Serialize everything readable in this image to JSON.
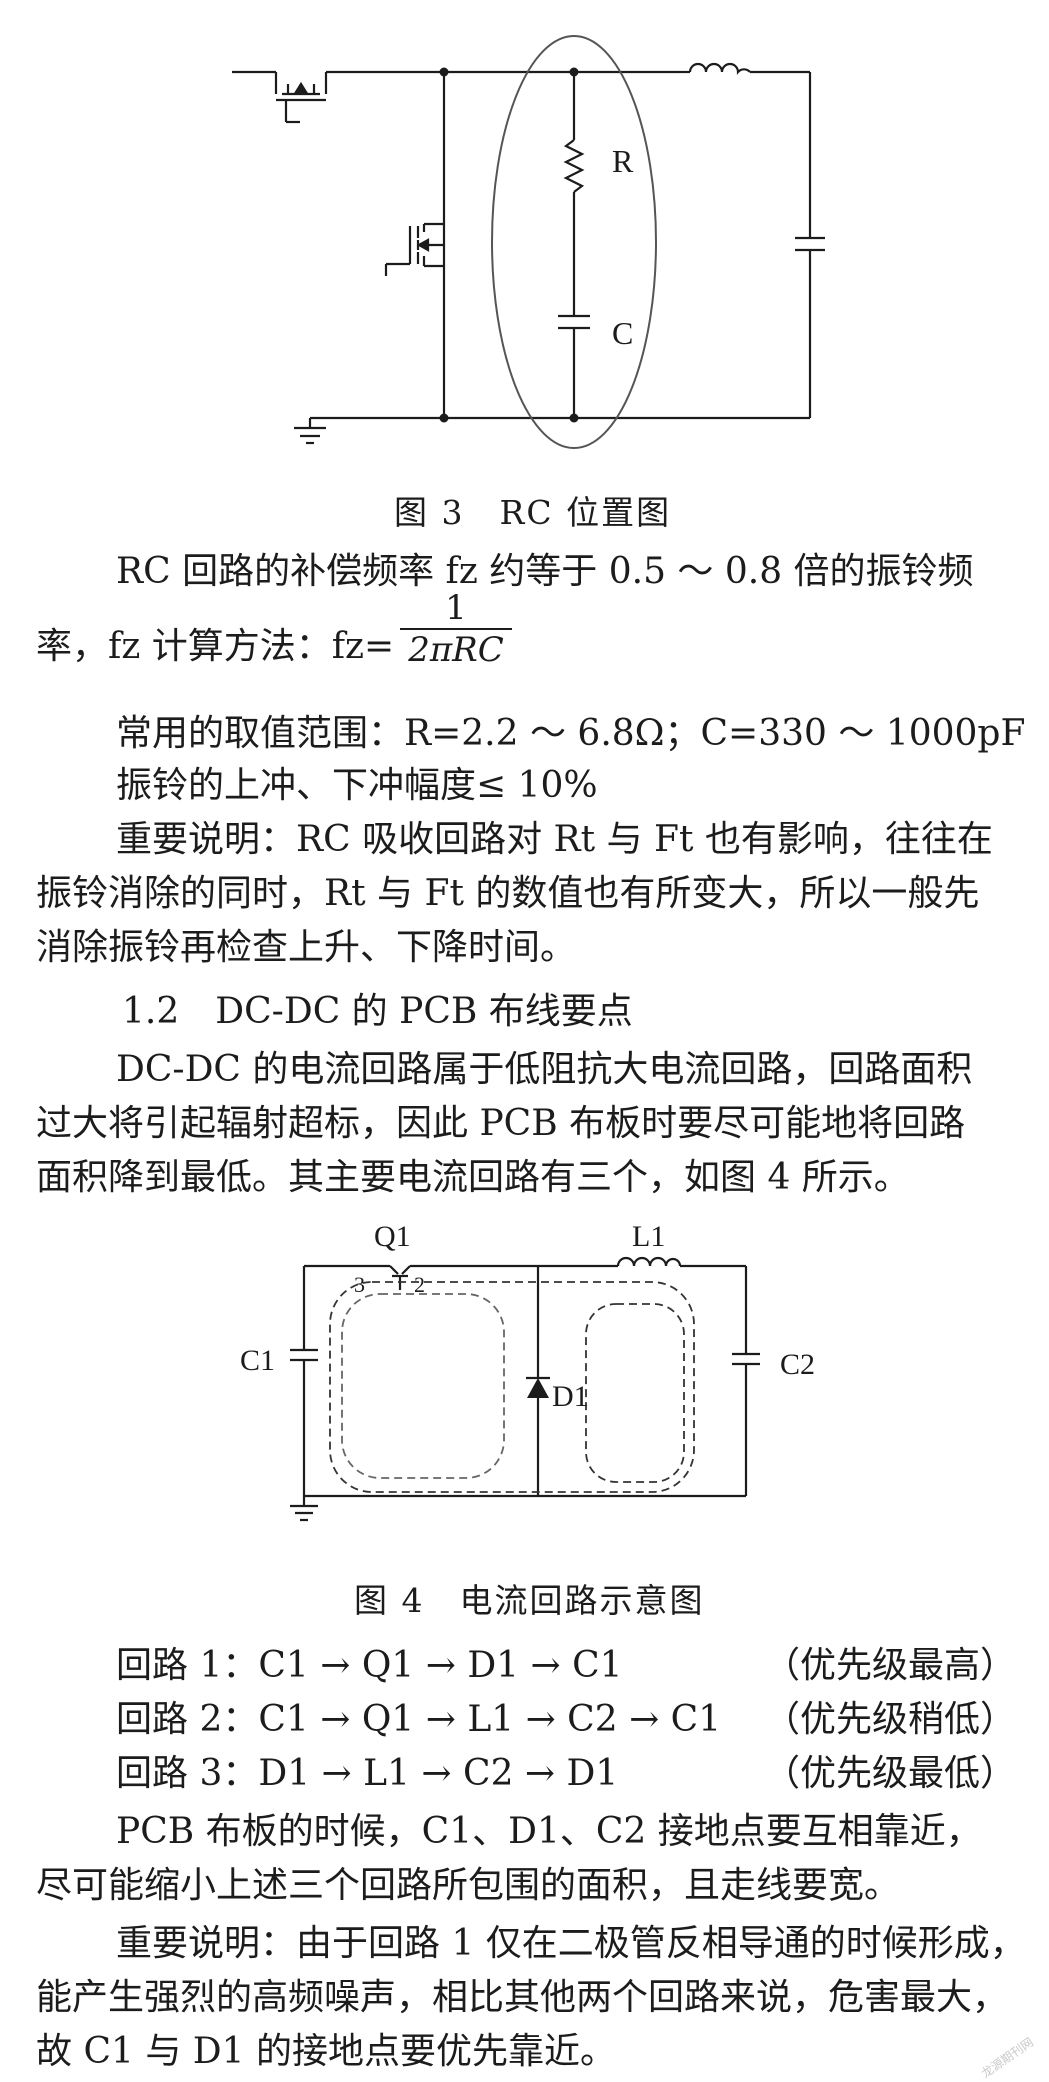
{
  "figure3": {
    "label_R": "R",
    "label_C": "C",
    "caption": "图 3　RC 位置图"
  },
  "para1": {
    "line1": "RC 回路的补偿频率 fz 约等于 0.5 ～ 0.8 倍的振铃频",
    "line2_prefix": "率，fz 计算方法：fz=",
    "frac_num": "1",
    "frac_den": "2πRC"
  },
  "range_line": "常用的取值范围：R=2.2 ～ 6.8Ω；C=330 ～ 1000pF",
  "overshoot_line": "振铃的上冲、下冲幅度≤ 10%",
  "note1": {
    "line1": "重要说明：RC 吸收回路对 Rt 与 Ft 也有影响，往往在",
    "line2": "振铃消除的同时，Rt 与 Ft 的数值也有所变大，所以一般先",
    "line3": "消除振铃再检查上升、下降时间。"
  },
  "section_heading": "1.2　DC-DC 的 PCB 布线要点",
  "para2": {
    "line1": "DC-DC 的电流回路属于低阻抗大电流回路，回路面积",
    "line2": "过大将引起辐射超标，因此 PCB 布板时要尽可能地将回路",
    "line3": "面积降到最低。其主要电流回路有三个，如图 4 所示。"
  },
  "figure4": {
    "label_Q1": "Q1",
    "label_L1": "L1",
    "label_C1": "C1",
    "label_C2": "C2",
    "label_D1": "D1",
    "pin3": "3",
    "pin2": "2",
    "caption": "图 4　电流回路示意图"
  },
  "routes": [
    {
      "path": "回路 1：C1 → Q1 → D1 → C1",
      "priority": "（优先级最高）"
    },
    {
      "path": "回路 2：C1 → Q1 → L1 → C2 → C1",
      "priority": "（优先级稍低）"
    },
    {
      "path": "回路 3：D1 → L1 → C2 → D1",
      "priority": "（优先级最低）"
    }
  ],
  "para3": {
    "line1": "PCB 布板的时候，C1、D1、C2 接地点要互相靠近，",
    "line2": "尽可能缩小上述三个回路所包围的面积，且走线要宽。"
  },
  "note2": {
    "line1": "重要说明：由于回路 1 仅在二极管反相导通的时候形成，",
    "line2": "能产生强烈的高频噪声，相比其他两个回路来说，危害最大，",
    "line3": "故 C1 与 D1 的接地点要优先靠近。"
  },
  "watermark": "龙源期刊网"
}
